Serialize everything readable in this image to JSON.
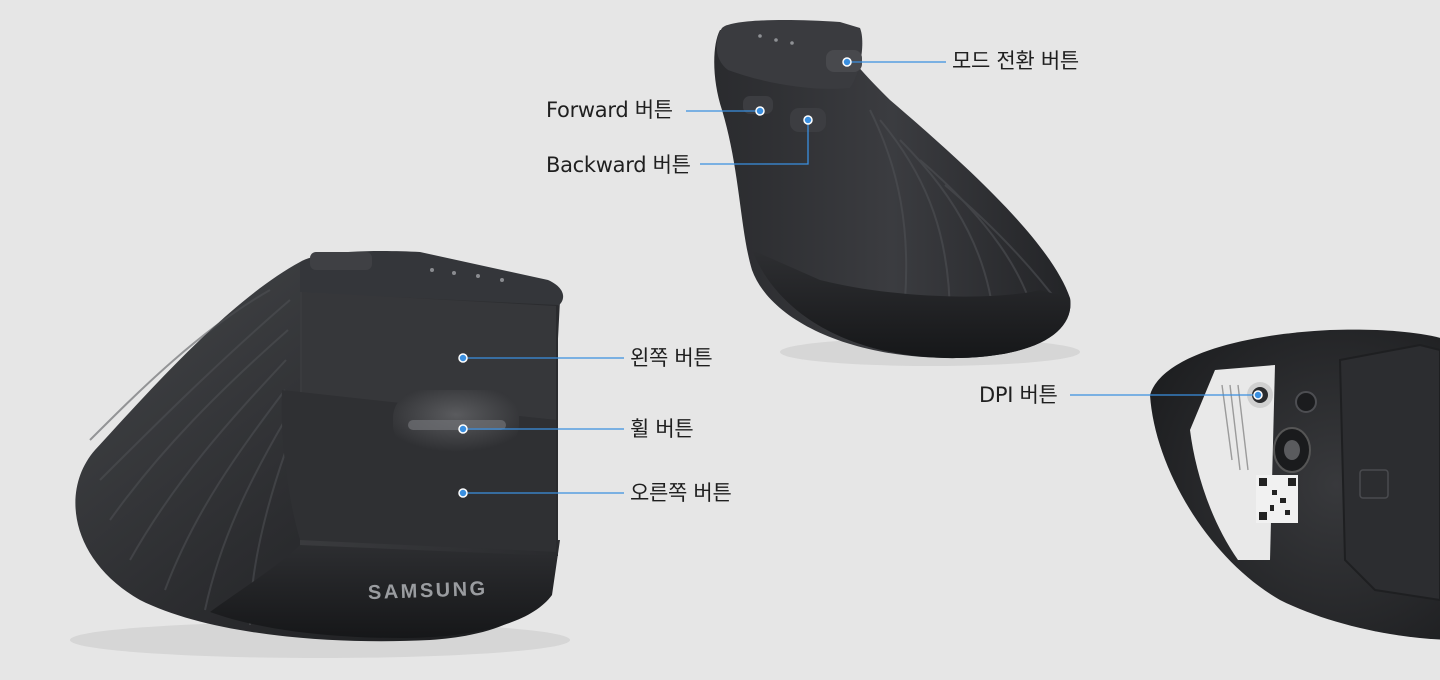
{
  "brand": {
    "logo_text": "SAMSUNG"
  },
  "callouts": {
    "mode_switch": "모드 전환 버튼",
    "forward": "Forward 버튼",
    "backward": "Backward 버튼",
    "left": "왼쪽 버튼",
    "wheel": "휠 버튼",
    "right": "오른쪽 버튼",
    "dpi": "DPI 버튼"
  },
  "colors": {
    "background": "#e6e6e6",
    "mouse_body": "#2a2b2d",
    "callout_line": "#3a8fe0"
  }
}
